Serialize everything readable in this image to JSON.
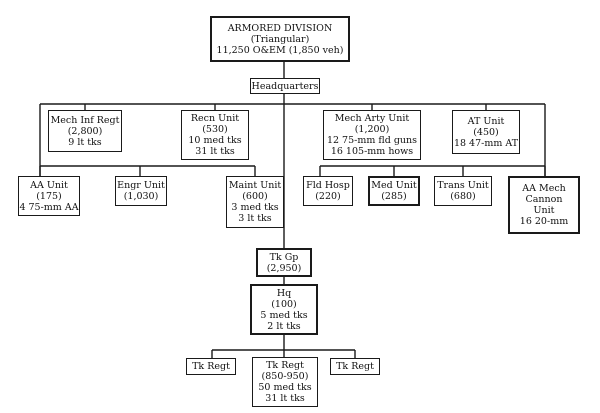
{
  "division": {
    "title": "ARMORED DIVISION",
    "subtitle": "(Triangular)",
    "strength": "11,250 O&EM (1,850 veh)"
  },
  "headquarters": {
    "label": "Headquarters"
  },
  "row1": {
    "mech_inf": {
      "name": "Mech Inf Regt",
      "strength": "(2,800)",
      "equip": "9 lt tks"
    },
    "recn": {
      "name": "Recn Unit",
      "strength": "(530)",
      "equip1": "10 med tks",
      "equip2": "31 lt tks"
    },
    "mech_arty": {
      "name": "Mech Arty Unit",
      "strength": "(1,200)",
      "equip1": "12 75-mm fld guns",
      "equip2": "16 105-mm hows"
    },
    "at": {
      "name": "AT Unit",
      "strength": "(450)",
      "equip": "18 47-mm AT"
    }
  },
  "row2": {
    "aa": {
      "name": "AA Unit",
      "strength": "(175)",
      "equip": "4 75-mm AA"
    },
    "engr": {
      "name": "Engr Unit",
      "strength": "(1,030)"
    },
    "maint": {
      "name": "Maint Unit",
      "strength": "(600)",
      "equip1": "3 med tks",
      "equip2": "3 lt tks"
    },
    "fld_hosp": {
      "name": "Fld Hosp",
      "strength": "(220)"
    },
    "med": {
      "name": "Med Unit",
      "strength": "(285)"
    },
    "trans": {
      "name": "Trans Unit",
      "strength": "(680)"
    },
    "aa_mech": {
      "name1": "AA Mech",
      "name2": "Cannon",
      "name3": "Unit",
      "equip": "16 20-mm"
    }
  },
  "tank_group": {
    "name": "Tk Gp",
    "strength": "(2,950)"
  },
  "tank_hq": {
    "name": "Hq",
    "strength": "(100)",
    "equip1": "5 med tks",
    "equip2": "2 lt tks"
  },
  "regiments": {
    "left": {
      "name": "Tk Regt"
    },
    "center": {
      "name": "Tk Regt",
      "strength": "(850-950)",
      "equip1": "50 med tks",
      "equip2": "31 lt tks"
    },
    "right": {
      "name": "Tk Regt"
    }
  }
}
